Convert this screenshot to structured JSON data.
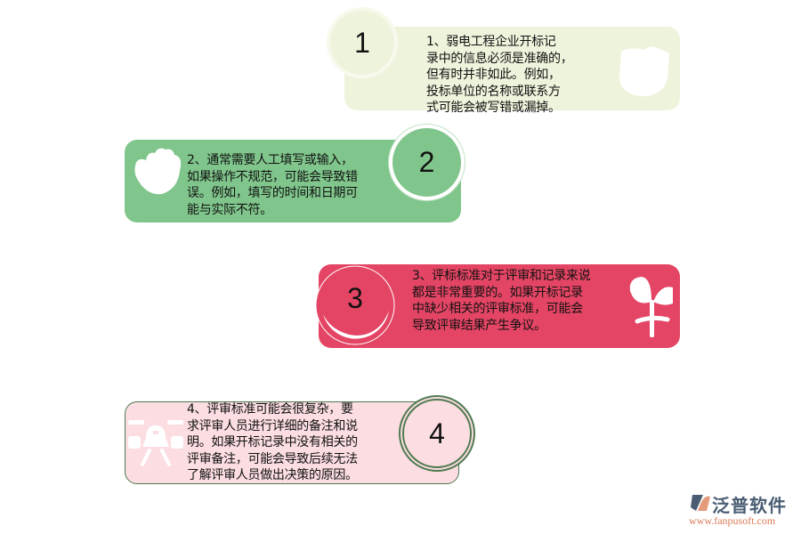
{
  "colors": {
    "card1_bg": "#eef3dc",
    "card2_bg": "#80c68c",
    "card3_bg": "#e44564",
    "card4_bg": "#fbdde2",
    "card4_border": "#4f7a4f",
    "logo_text": "#4a5d73",
    "logo_url": "#d97b59"
  },
  "items": [
    {
      "number": "1",
      "text": "1、弱电工程企业开标记\n录中的信息必须是准确的，\n但有时并非如此。例如，\n投标单位的名称或联系方\n式可能会被写错或漏掉。",
      "icon": "bag-icon"
    },
    {
      "number": "2",
      "text": "2、通常需要人工填写或输入，\n如果操作不规范，可能会导致错\n误。例如，填写的时间和日期可\n能与实际不符。",
      "icon": "hand-icon"
    },
    {
      "number": "3",
      "text": "3、评标标准对于评审和记录来说\n都是非常重要的。如果开标记录\n中缺少相关的评审标准，可能会\n导致评审结果产生争议。",
      "icon": "sprout-icon"
    },
    {
      "number": "4",
      "text": "4、评审标准可能会很复杂，要\n求评审人员进行详细的备注和说\n明。如果开标记录中没有相关的\n评审备注，可能会导致后续无法\n了解评审人员做出决策的原因。",
      "icon": "lamp-icon"
    }
  ],
  "logo": {
    "name": "泛普软件",
    "url": "www.fanpusoft.com"
  }
}
